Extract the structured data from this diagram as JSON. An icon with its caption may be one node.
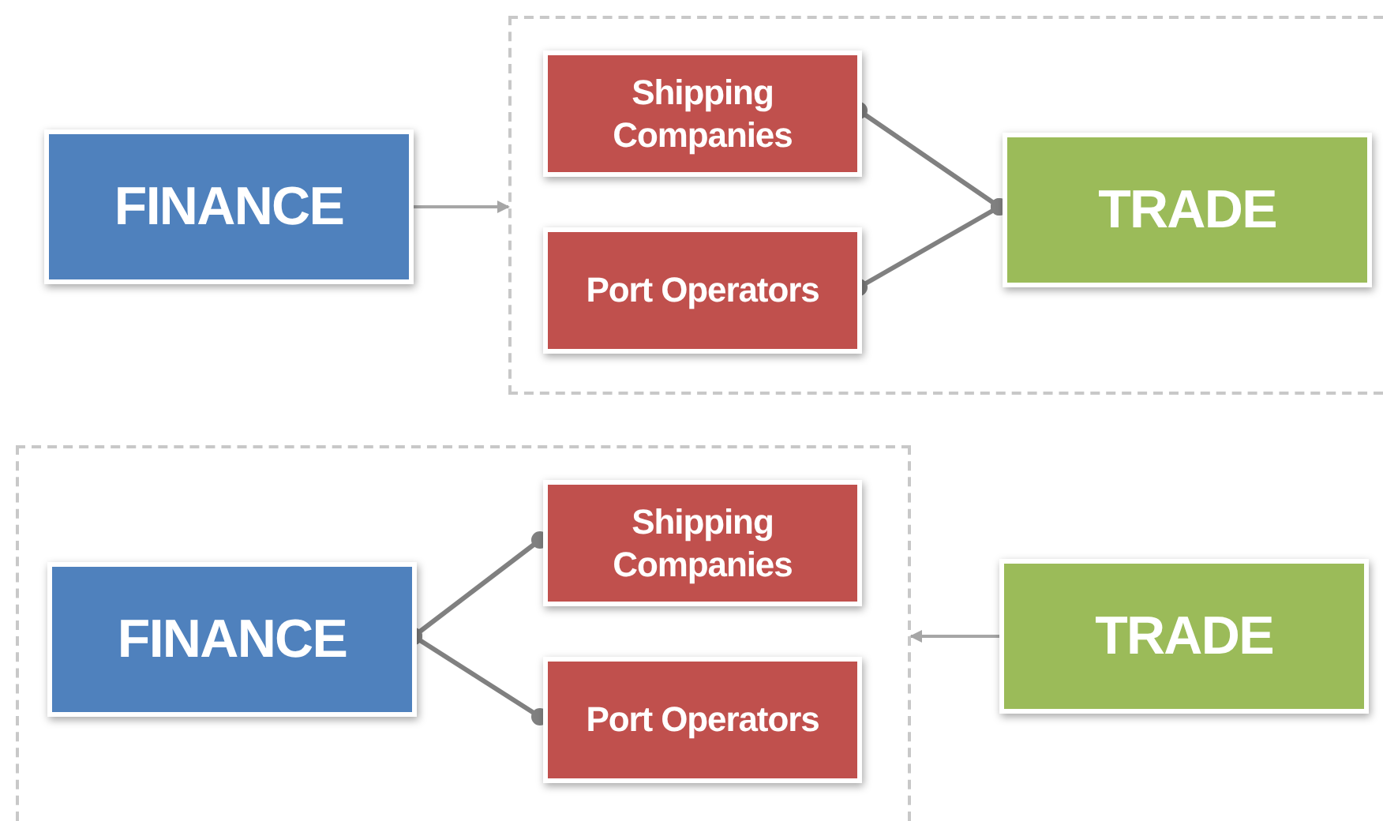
{
  "diagram": {
    "nodes": [
      {
        "text": [
          "FINANCE"
        ]
      },
      {
        "text": [],
        "shape": "box"
      },
      {
        "text": [
          "Shipping Companies"
        ],
        "in": 1
      },
      {
        "text": [
          "Port Operators"
        ],
        "in": 1
      },
      {
        "text": [
          "TRADE"
        ],
        "in": 1
      },
      {
        "text": [],
        "shape": "box"
      },
      {
        "text": [
          "FINANCE"
        ],
        "in": 5
      },
      {
        "text": [
          "Shipping Companies"
        ],
        "in": 5
      },
      {
        "text": [
          "Port Operators"
        ],
        "in": 5
      },
      {
        "text": [
          "TRADE"
        ]
      }
    ],
    "edges": [
      {
        "from": 0,
        "to": 1,
        "arrow": "to",
        "color": "#a6a6a6"
      },
      {
        "from": 2,
        "to": 4,
        "arrow": "other"
      },
      {
        "from": 3,
        "to": 4,
        "arrow": "other"
      },
      {
        "from": 6,
        "to": 7,
        "arrow": "other"
      },
      {
        "from": 6,
        "to": 8,
        "arrow": "other"
      },
      {
        "from": 9,
        "to": 5,
        "arrow": "to",
        "color": "#a6a6a6"
      }
    ]
  }
}
